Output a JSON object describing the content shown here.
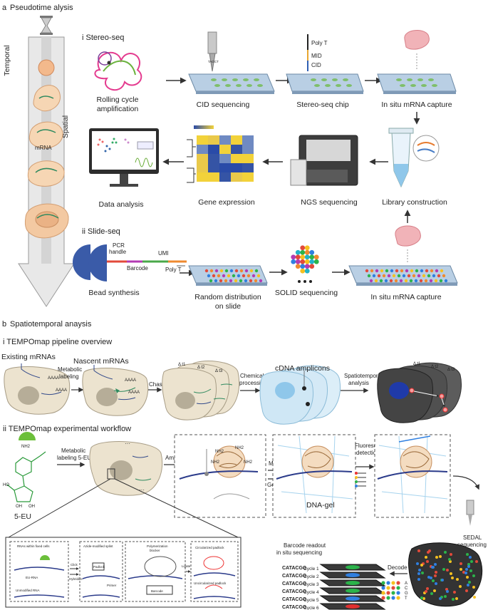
{
  "section_a": {
    "letter": "a",
    "title": "Pseudotime alysis",
    "temporal": "Temporal",
    "spatial": "Spatial",
    "mrna": "mRNA",
    "sub_i": "i  Stereo-seq",
    "sub_ii": "ii  Slide-seq",
    "steps": {
      "rca": [
        "Rolling cycle",
        "amplification"
      ],
      "cid_seq": "CID sequencing",
      "stereo_chip": "Stereo-seq chip",
      "capture1": "In situ mRNA capture",
      "library": "Library construction",
      "ngs": "NGS sequencing",
      "gene_expr": "Gene expression",
      "data_analysis": "Data analysis",
      "bead_synth": "Bead synthesis",
      "random_dist": [
        "Random distribution",
        "on slide"
      ],
      "solid": "SOLID sequencing",
      "capture2": "In situ mRNA capture"
    },
    "chip_labels": [
      "Poly T",
      "MID",
      "CID"
    ],
    "bead_labels": {
      "pcr": [
        "PCR",
        "handle"
      ],
      "umi": "UMI",
      "barcode": "Barcode",
      "polyt": "Poly T"
    }
  },
  "section_b": {
    "letter": "b",
    "title": "Spatiotemporal anaysis",
    "sub_i": "i  TEMPOmap pipeline overview",
    "sub_ii": "ii  TEMPOmap experimental workflow",
    "pipeline": {
      "existing": "Existing mRNAs",
      "nascent": "Nascent mRNAs",
      "metabolic": [
        "Metabolic",
        "labeling"
      ],
      "chase": "Chase",
      "dt1": "Δ t1",
      "dt2": "Δ t2",
      "dt3": "Δ t3",
      "cdna": "cDNA amplicons",
      "chemical": [
        "Chemical",
        "processing"
      ],
      "spatiotemporal": [
        "Spatiotemporal",
        "analysis"
      ],
      "aaaa": "AAAA"
    },
    "workflow": {
      "five_eu": "5-EU",
      "metabolic_5eu": [
        "Metabolic",
        "labeling 5-EU"
      ],
      "amplify": "Amplify",
      "modify": "Modify",
      "gelation": "Gelation",
      "dna_gel": "DNA-gel",
      "fluorescent": [
        "Fluorescent",
        "detection"
      ],
      "sedal": [
        "SEDAL",
        "sequencing"
      ],
      "decode": "Decode",
      "barcode_readout": [
        "Barcode readout",
        "in situ sequencing"
      ],
      "nh2": "NH2",
      "ho": "HO",
      "oh": "OH"
    },
    "inset": {
      "rnas_fixed": "RNAs within fixed cells",
      "eu_rna": "EU-RNA",
      "unmodified": "Unmodified RNA",
      "click": "Click",
      "hybridize": "Hybridize",
      "azide_splint": "Azide-modified splint",
      "padlock": "Padlock",
      "primer": "Primer",
      "poly_blocker": [
        "Polymerization",
        "blocker"
      ],
      "barcode": "Barcode",
      "ligate": "Ligate",
      "circularized": "Circularized padlock",
      "uncircularized": "Uncircularized padlock"
    },
    "cycles": [
      {
        "seq": "CATACGG",
        "label": "Cycle 1",
        "color": "#2bb34a"
      },
      {
        "seq": "CATACGG",
        "label": "Cycle 2",
        "color": "#2f7fe0"
      },
      {
        "seq": "CATACGG",
        "label": "Cycle 3",
        "color": "#2bb34a"
      },
      {
        "seq": "CATACGG",
        "label": "Cycle 4",
        "color": "#2bb34a"
      },
      {
        "seq": "CATACGG",
        "label": "Cycle 5",
        "color": "#2f7fe0"
      },
      {
        "seq": "CATACGG",
        "label": "Cycle 6",
        "color": "#e03030"
      }
    ],
    "decode_letters": [
      "A",
      "C",
      "G",
      "T"
    ]
  },
  "colors": {
    "cell": "#ece3cf",
    "cell_stroke": "#a79c85",
    "nucleus": "#b6ad98",
    "cell_orange": "#f6d6b4",
    "chip": "#b9cfe4",
    "arrow": "#333333",
    "dark_cell": "#4a4a4a",
    "gel": "#cfe7f5"
  }
}
